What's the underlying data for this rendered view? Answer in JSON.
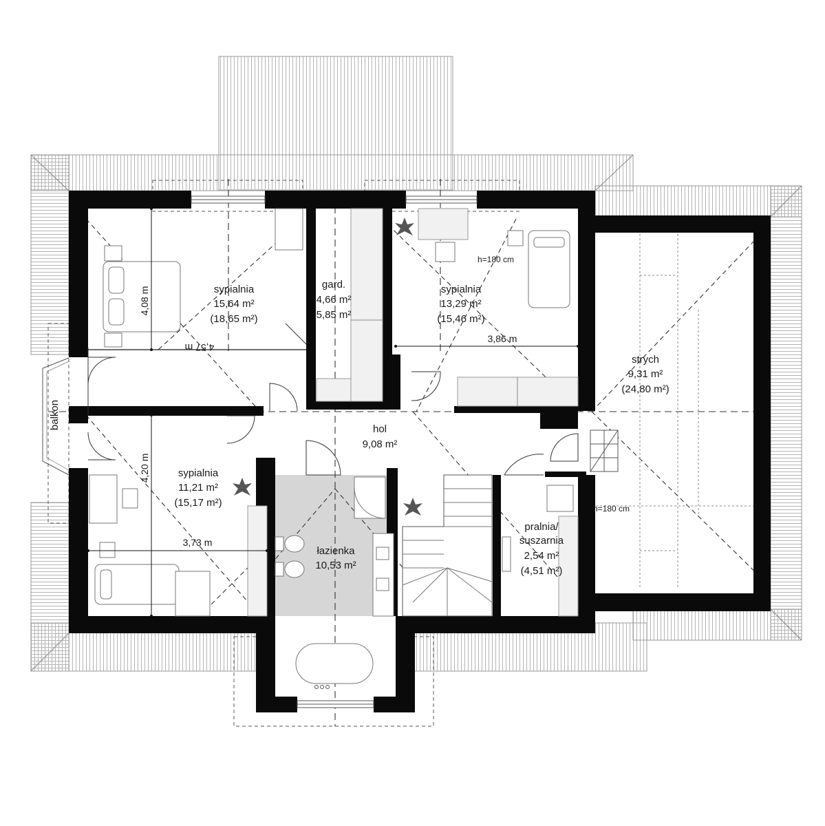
{
  "rooms": {
    "bedroom_1": {
      "name": "sypialnia",
      "area": "15,64 m²",
      "area_total": "(18,65 m²)"
    },
    "wardrobe": {
      "name": "gard.",
      "area": "4,66 m²",
      "area_total": "5,85 m²"
    },
    "bedroom_2": {
      "name": "sypialnia",
      "area": "13,29 m²",
      "area_total": "(15,46 m²)"
    },
    "attic": {
      "name": "strych",
      "area": "9,31 m²",
      "area_total": "(24,80 m²)"
    },
    "hall": {
      "name": "hol",
      "area": "9,08 m²"
    },
    "bedroom_3": {
      "name": "sypialnia",
      "area": "11,21 m²",
      "area_total": "(15,17 m²)"
    },
    "bathroom": {
      "name": "łazienka",
      "area": "10,53 m²"
    },
    "laundry": {
      "name_line1": "pralnia/",
      "name_line2": "suszarnia",
      "area": "2,54 m²",
      "area_total": "(4,51 m²)"
    },
    "balcony": {
      "name": "balkon"
    }
  },
  "dimensions": {
    "bedroom_1_width": "4,57 m",
    "bedroom_1_depth": "4,08 m",
    "bedroom_2_width": "3,86 m",
    "bedroom_3_width": "3,73 m",
    "bedroom_3_depth": "4,20 m"
  },
  "notes": {
    "height_bedroom_2": "h=180 cm",
    "height_attic": "h=180 cm"
  },
  "icons": [
    "plant-icon"
  ]
}
